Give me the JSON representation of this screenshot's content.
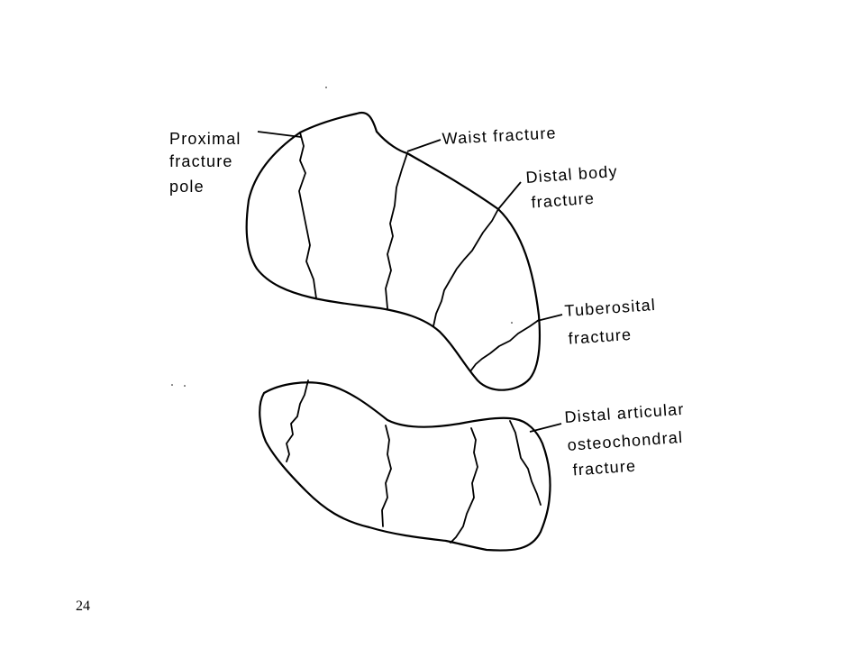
{
  "labels": {
    "proximal_pole": [
      "Proximal",
      "fracture",
      "pole"
    ],
    "waist": [
      "Waist fracture"
    ],
    "distal_body": [
      "Distal body",
      "fracture"
    ],
    "tuberosital": [
      "Tuberosital",
      "fracture"
    ],
    "distal_articular": [
      "Distal articular",
      "osteochondral",
      "fracture"
    ]
  },
  "slide_number": "24"
}
